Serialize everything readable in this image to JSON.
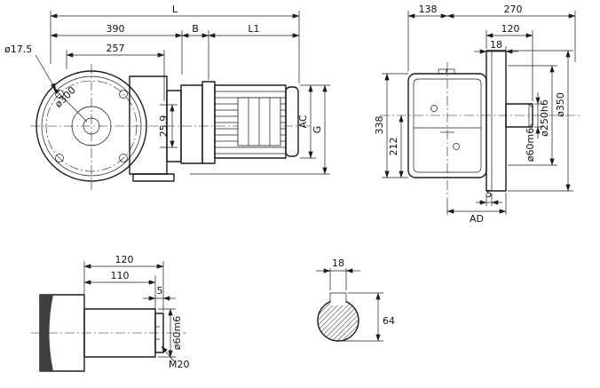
{
  "side_view": {
    "dim_L": "L",
    "dim_390": "390",
    "dim_B": "B",
    "dim_L1": "L1",
    "dim_257": "257",
    "dim_bolt_hole": "ø17.5",
    "dim_flange_pilot": "ø300",
    "dim_offset": "25.9",
    "dim_AC": "AC",
    "dim_G": "G"
  },
  "front_view": {
    "dim_138": "138",
    "dim_270": "270",
    "dim_120": "120",
    "dim_18": "18",
    "dim_350": "ø350",
    "dim_250": "ø250h6",
    "dim_60": "ø60m6",
    "dim_338": "338",
    "dim_212": "212",
    "dim_5": "5",
    "dim_AD": "AD"
  },
  "shaft_view": {
    "dim_120": "120",
    "dim_110": "110",
    "dim_5": "5",
    "dim_60": "ø60m6",
    "dim_thread": "M20"
  },
  "section_view": {
    "dim_18": "18",
    "dim_64": "64"
  },
  "colors": {
    "line": "#1b1b1b",
    "background": "#ffffff"
  }
}
